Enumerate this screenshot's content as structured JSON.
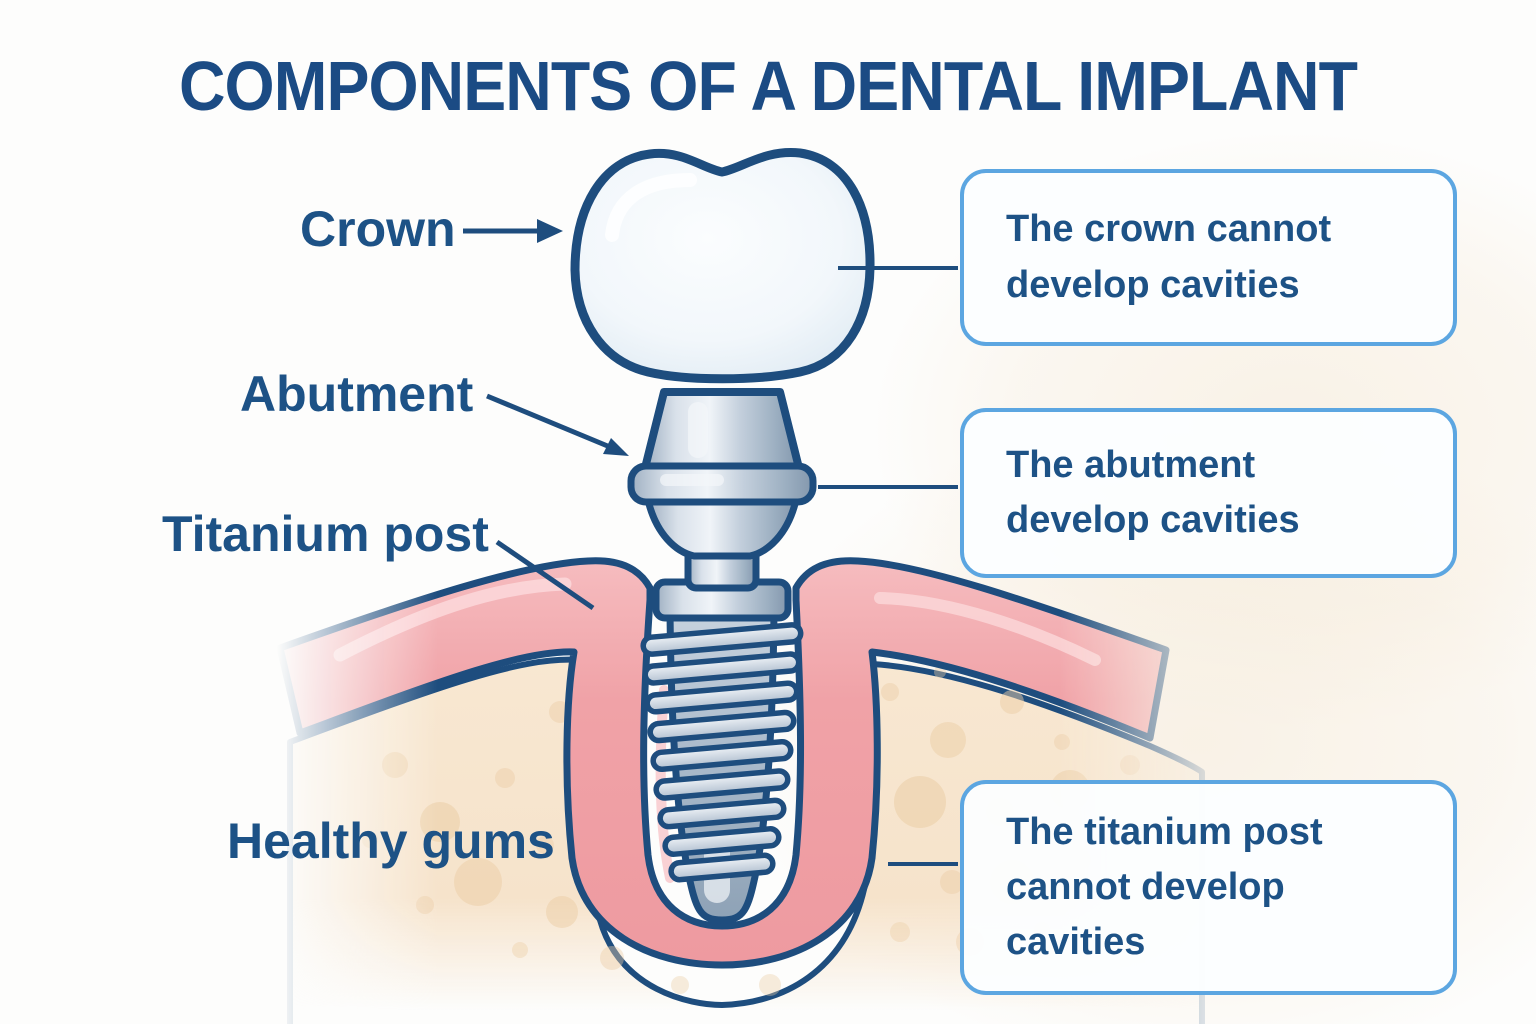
{
  "title": "COMPONENTS OF A DENTAL IMPLANT",
  "labels": [
    {
      "id": "crown",
      "text": "Crown"
    },
    {
      "id": "abutment",
      "text": "Abutment"
    },
    {
      "id": "titanium-post",
      "text": "Titanium post"
    },
    {
      "id": "healthy-gums",
      "text": "Healthy gums"
    }
  ],
  "callouts": [
    {
      "id": "crown-note",
      "text": "The crown cannot\ndevelop cavities"
    },
    {
      "id": "abutment-note",
      "text": "The abutment\ndevelop cavities"
    },
    {
      "id": "titanium-post-note",
      "text": "The titanium post\ncannot develop\ncavities"
    }
  ],
  "diagram": {
    "parts": [
      "crown",
      "abutment",
      "titanium post",
      "healthy gums",
      "jawbone"
    ],
    "colors": {
      "outline_navy": "#1e4d7e",
      "text_navy": "#1d5286",
      "title_navy": "#1b4b84",
      "callout_border_blue": "#5ca6e1",
      "gum_pink": "#f0a3a8",
      "bone_cream": "#f7e6cf",
      "bone_dots": "#ebcda6",
      "metal_gray": "#b8c4d3",
      "crown_white": "#f6fafd"
    }
  }
}
